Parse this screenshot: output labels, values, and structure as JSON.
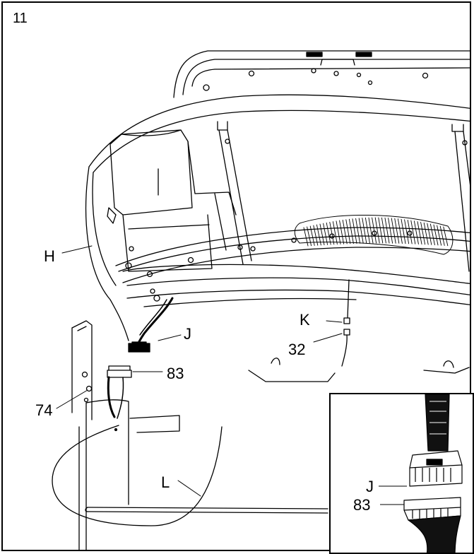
{
  "step_number": "11",
  "labels": {
    "h": "H",
    "j": "J",
    "k": "K",
    "p32": "32",
    "p83": "83",
    "p74": "74",
    "l": "L"
  },
  "inset": {
    "j": "J",
    "p83": "83"
  },
  "colors": {
    "line": "#000000",
    "background": "#ffffff"
  }
}
